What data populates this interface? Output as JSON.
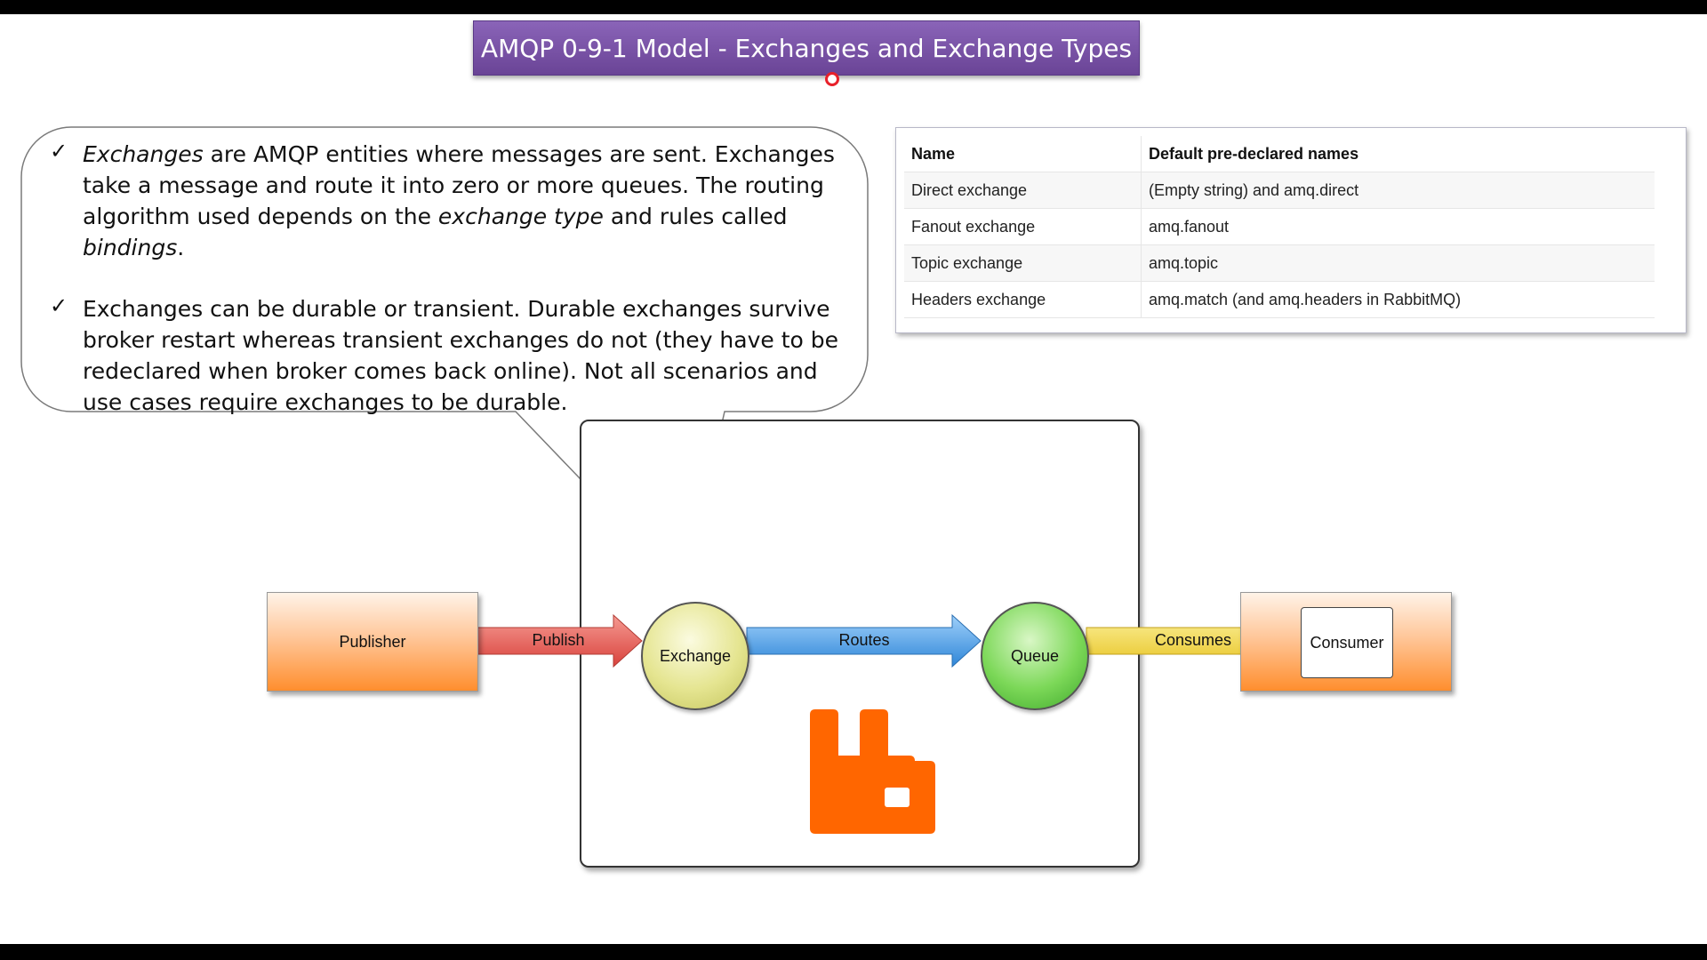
{
  "title": "AMQP 0-9-1 Model - Exchanges and Exchange Types",
  "bullets": [
    {
      "segments": [
        {
          "text": "Exchanges",
          "italic": true
        },
        {
          "text": " are AMQP entities where messages are sent. Exchanges take a message and route it into zero or more queues. The routing algorithm used depends on the ",
          "italic": false
        },
        {
          "text": "exchange type",
          "italic": true
        },
        {
          "text": " and rules called ",
          "italic": false
        },
        {
          "text": "bindings",
          "italic": true
        },
        {
          "text": ".",
          "italic": false
        }
      ]
    },
    {
      "segments": [
        {
          "text": "Exchanges can be durable or transient. Durable exchanges survive broker restart whereas transient exchanges do not (they have to be redeclared when broker comes back online). Not all scenarios and use cases require exchanges to be durable.",
          "italic": false
        }
      ]
    }
  ],
  "table": {
    "headers": [
      "Name",
      "Default pre-declared names"
    ],
    "rows": [
      [
        "Direct exchange",
        "(Empty string) and amq.direct"
      ],
      [
        "Fanout exchange",
        "amq.fanout"
      ],
      [
        "Topic exchange",
        "amq.topic"
      ],
      [
        "Headers exchange",
        "amq.match (and amq.headers in RabbitMQ)"
      ]
    ]
  },
  "diagram": {
    "publisher": "Publisher",
    "publish": "Publish",
    "exchange": "Exchange",
    "routes": "Routes",
    "queue": "Queue",
    "consumes": "Consumes",
    "consumer": "Consumer"
  },
  "colors": {
    "title_bar": "#7a54a8",
    "publish_arrow": "#e8605a",
    "routes_arrow": "#4aa0e6",
    "consumes_arrow": "#f2d640",
    "logo": "#ff6600"
  },
  "icons": [
    "check-icon",
    "rabbitmq-logo-icon"
  ]
}
